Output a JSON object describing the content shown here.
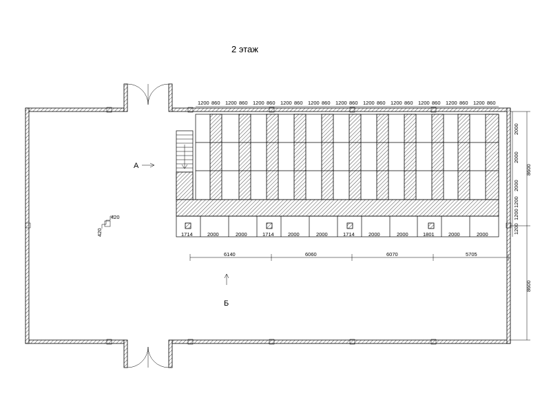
{
  "title": "2 этаж",
  "labels": {
    "section_a": "А",
    "section_b": "Б",
    "small_dim_h": "420",
    "small_dim_v": "420"
  },
  "top_dimensions": [
    "1200",
    "860",
    "1200",
    "860",
    "1200",
    "860",
    "1200",
    "860",
    "1200",
    "860",
    "1200",
    "860",
    "1200",
    "860",
    "1200",
    "860",
    "1200",
    "860",
    "1200",
    "860",
    "1200",
    "860"
  ],
  "bottom_row_dimensions": [
    "1714",
    "2000",
    "2000",
    "1714",
    "2000",
    "2000",
    "1714",
    "2000",
    "2000",
    "1801",
    "2000",
    "2000"
  ],
  "span_dimensions": [
    "6140",
    "6060",
    "6070",
    "5705"
  ],
  "right_dimensions": {
    "rows": [
      "2000",
      "2000",
      "2000"
    ],
    "small": [
      "1200",
      "1200",
      "1200"
    ],
    "overall_upper": "8600",
    "overall_lower": "8600"
  }
}
